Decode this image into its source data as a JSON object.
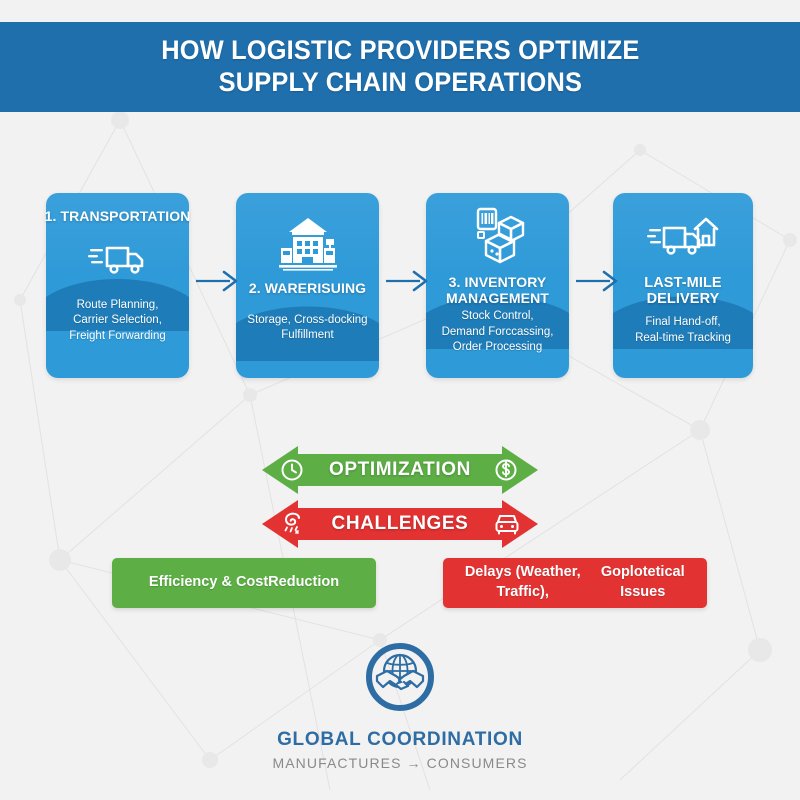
{
  "header": {
    "line1": "HOW LOGISTIC PROVIDERS OPTIMIZE",
    "line2": "SUPPLY CHAIN OPERATIONS",
    "bg_color": "#1f6fad"
  },
  "process": {
    "connector_icon": "arrow-right-icon",
    "steps": [
      {
        "title": "1. TRANSPORTATION",
        "desc": "Route Planning,\nCarrier Selection,\nFreight Forwarding",
        "icon": "delivery-truck-icon"
      },
      {
        "title": "2. WARERISUING",
        "desc": "Storage, Cross-docking\nFulfillment",
        "icon": "warehouse-building-icon"
      },
      {
        "title": "3. INVENTORY\nMANAGEMENT",
        "desc": "Stock Control,\nDemand Forccassing,\nOrder Processing",
        "icon": "barcode-scanner-box-icon"
      },
      {
        "title": "LAST-MILE\nDELIVERY",
        "desc": "Final Hand-off,\nReal-time Tracking",
        "icon": "truck-house-delivery-icon"
      }
    ],
    "card_color_top": "#3aa0db",
    "card_color_bottom": "#1e7cb8"
  },
  "banners": [
    {
      "label": "OPTIMIZATION",
      "color": "#5cae45",
      "left_icon": "clock-icon",
      "right_icon": "dollar-coin-icon"
    },
    {
      "label": "CHALLENGES",
      "color": "#e23232",
      "left_icon": "storm-hurricane-icon",
      "right_icon": "car-front-icon"
    }
  ],
  "outcomes": [
    {
      "text": "Efficiency & Cost\nReduction",
      "color": "#5cae45"
    },
    {
      "text": "Delays (Weather, Traffic),\nGoplotetical Issues",
      "color": "#e23232"
    }
  ],
  "footer": {
    "icon": "globe-handshake-icon",
    "title": "GLOBAL COORDINATION",
    "subtitle": "MANUFACTURES → CONSUMERS",
    "color": "#2e6da4"
  }
}
